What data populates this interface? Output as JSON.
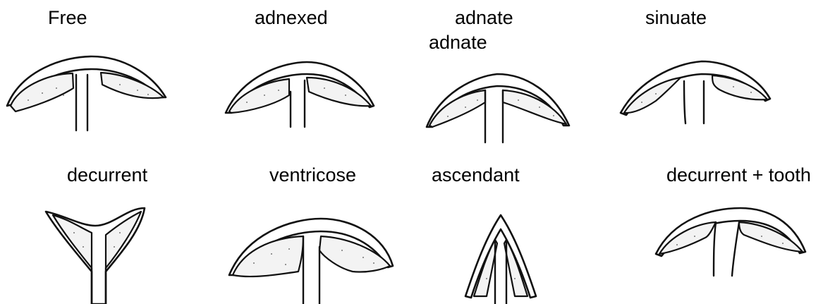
{
  "labels": {
    "free": "Free",
    "adnexed": "adnexed",
    "adnate_1": "adnate",
    "adnate_2": "adnate",
    "sinuate": "sinuate",
    "decurrent": "decurrent",
    "ventricose": "ventricose",
    "ascendant": "ascendant",
    "decurrent_tooth": "decurrent + tooth"
  },
  "colors": {
    "ink": "#111111",
    "gill_fill": "#f3f3f3"
  }
}
